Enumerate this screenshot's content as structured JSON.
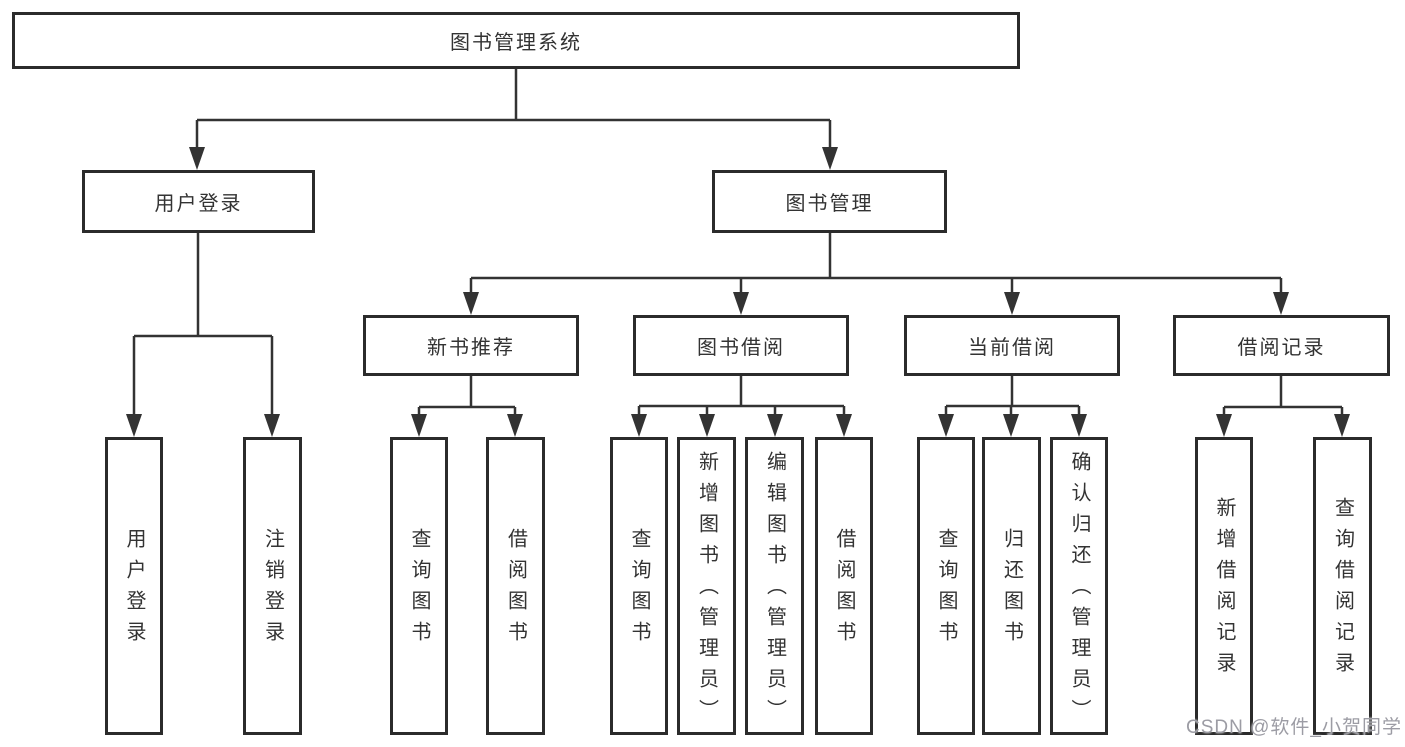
{
  "title_node": "图书管理系统",
  "level2": {
    "user_login": "用户登录",
    "book_management": "图书管理"
  },
  "level3": {
    "new_book_recommend": "新书推荐",
    "book_borrowing": "图书借阅",
    "current_borrowing": "当前借阅",
    "borrowing_records": "借阅记录"
  },
  "leaves": {
    "user_login": [
      "用户登录",
      "注销登录"
    ],
    "new_book_recommend": [
      "查询图书",
      "借阅图书"
    ],
    "book_borrowing": [
      "查询图书",
      "新增图书（管理员）",
      "编辑图书（管理员）",
      "借阅图书"
    ],
    "current_borrowing": [
      "查询图书",
      "归还图书",
      "确认归还（管理员）"
    ],
    "borrowing_records": [
      "新增借阅记录",
      "查询借阅记录"
    ]
  },
  "watermark": "CSDN @软件_小贺同学",
  "colors": {
    "line": "#333333",
    "box_border": "#2b2b2b",
    "text": "#333333",
    "watermark": "#9c9ca4",
    "background": "#ffffff"
  }
}
